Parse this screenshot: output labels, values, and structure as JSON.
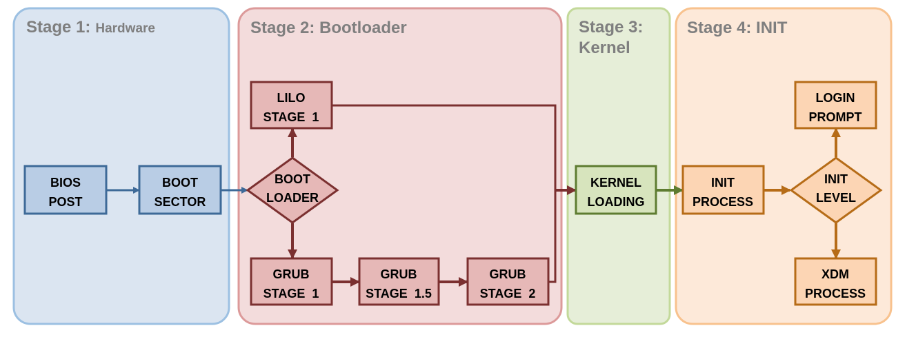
{
  "colors": {
    "stage1_fill": "#dbe5f1",
    "stage1_border": "#9cc0e2",
    "stage2_fill": "#f3dcdc",
    "stage2_border": "#dc9a9a",
    "stage3_fill": "#e6eed8",
    "stage3_border": "#c3d99a",
    "stage4_fill": "#fde9d9",
    "stage4_border": "#f8c28e",
    "hw_node_fill": "#b9cde5",
    "hw_node_border": "#3e6a98",
    "boot_node_fill": "#e6b8b7",
    "boot_node_border": "#7b3030",
    "kernel_node_fill": "#d7e4bd",
    "kernel_node_border": "#5e7c31",
    "init_node_fill": "#fcd5b4",
    "init_node_border": "#b66c17",
    "stage_title": "#7f7f7f"
  },
  "stages": {
    "stage1": {
      "prefix": "Stage 1:",
      "name": "Hardware"
    },
    "stage2": {
      "title": "Stage 2: Bootloader"
    },
    "stage3": {
      "line1": "Stage 3:",
      "line2": "Kernel"
    },
    "stage4": {
      "title": "Stage 4: INIT"
    }
  },
  "nodes": {
    "bios": [
      "BIOS",
      "POST"
    ],
    "boot_sector": [
      "BOOT",
      "SECTOR"
    ],
    "boot_loader": [
      "BOOT",
      "LOADER"
    ],
    "lilo": [
      "LILO",
      "STAGE  1"
    ],
    "grub1": [
      "GRUB",
      "STAGE  1"
    ],
    "grub15": [
      "GRUB",
      "STAGE  1.5"
    ],
    "grub2": [
      "GRUB",
      "STAGE  2"
    ],
    "kernel": [
      "KERNEL",
      "LOADING"
    ],
    "init_process": [
      "INIT",
      "PROCESS"
    ],
    "init_level": [
      "INIT",
      "LEVEL"
    ],
    "login": [
      "LOGIN",
      "PROMPT"
    ],
    "xdm": [
      "XDM",
      "PROCESS"
    ]
  }
}
